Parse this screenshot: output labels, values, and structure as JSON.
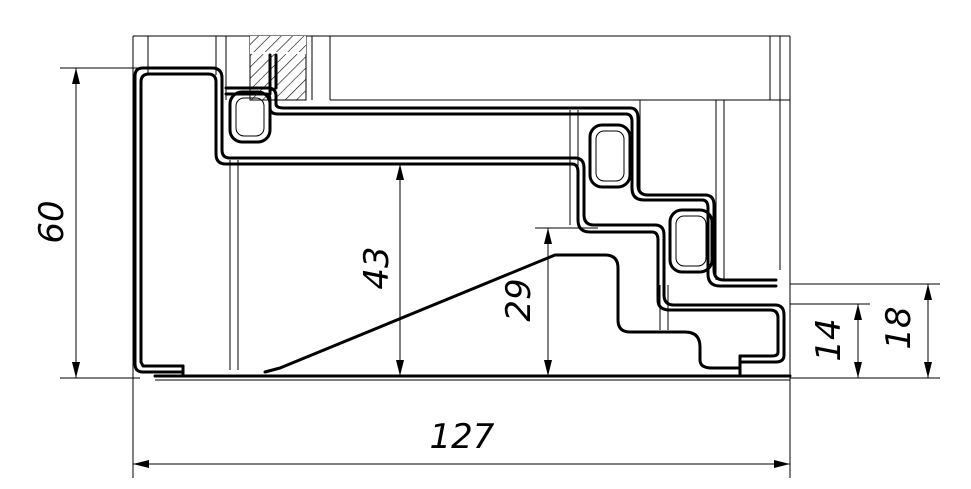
{
  "dimensions": {
    "total_width": "127",
    "total_height": "60",
    "inner_height": "43",
    "ramp_height": "29",
    "right_step_height": "18",
    "right_low_height": "14"
  }
}
